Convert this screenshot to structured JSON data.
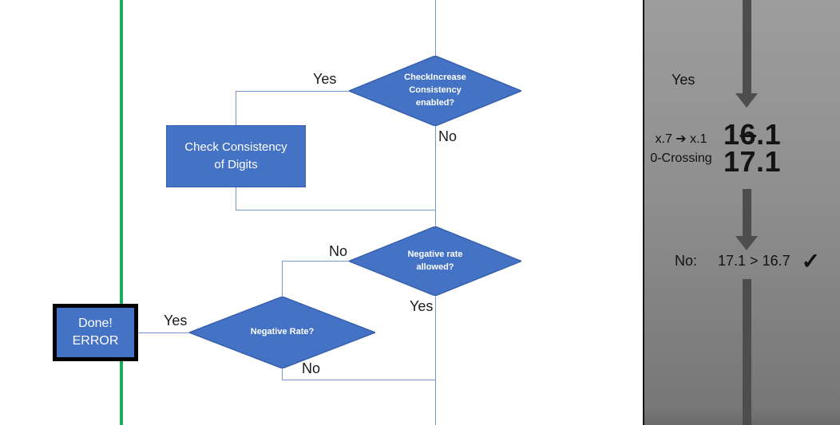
{
  "flowchart": {
    "decisions": {
      "check_increase": "CheckIncrease\nConsistency\nenabled?",
      "negative_rate_allowed": "Negative rate\nallowed?",
      "negative_rate": "Negative Rate?"
    },
    "processes": {
      "check_consistency": "Check Consistency\nof Digits",
      "done_error": "Done!\nERROR"
    },
    "edge_labels": {
      "check_increase_yes": "Yes",
      "check_increase_no": "No",
      "negative_rate_allowed_no": "No",
      "negative_rate_allowed_yes": "Yes",
      "negative_rate_yes": "Yes",
      "negative_rate_no": "No"
    }
  },
  "panel": {
    "yes_label": "Yes",
    "annotation": "x.7 ➔ x.1\n0-Crossing",
    "old_value": {
      "prefix": "1",
      "struck": "6",
      "suffix": ".1"
    },
    "new_value": "17.1",
    "result": {
      "label": "No:",
      "comparison": "17.1 > 16.7",
      "check": "✓"
    }
  },
  "colors": {
    "shape_fill": "#4472C4",
    "shape_border": "#3760AE",
    "connector": "#7496CC",
    "green_line": "#1EAA5B",
    "arrow_gray": "#4D4D4D"
  }
}
